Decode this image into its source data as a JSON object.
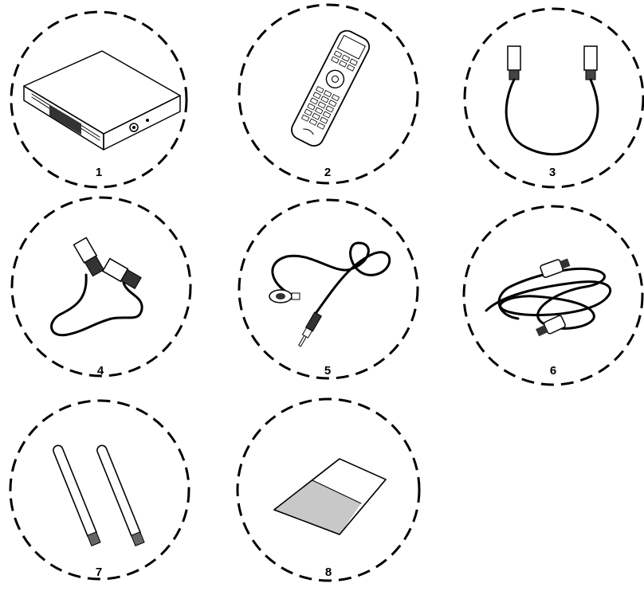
{
  "items": [
    {
      "number": "1",
      "icon": "media-player-box-icon"
    },
    {
      "number": "2",
      "icon": "remote-control-icon"
    },
    {
      "number": "3",
      "icon": "hdmi-cable-icon"
    },
    {
      "number": "4",
      "icon": "ethernet-cable-icon"
    },
    {
      "number": "5",
      "icon": "ir-extender-cable-icon"
    },
    {
      "number": "6",
      "icon": "power-cord-icon"
    },
    {
      "number": "7",
      "icon": "wifi-antennas-icon"
    },
    {
      "number": "8",
      "icon": "quick-start-guide-icon"
    }
  ],
  "colors": {
    "line": "#000000",
    "background": "#ffffff",
    "booklet_shade": "#c8c8c8"
  }
}
